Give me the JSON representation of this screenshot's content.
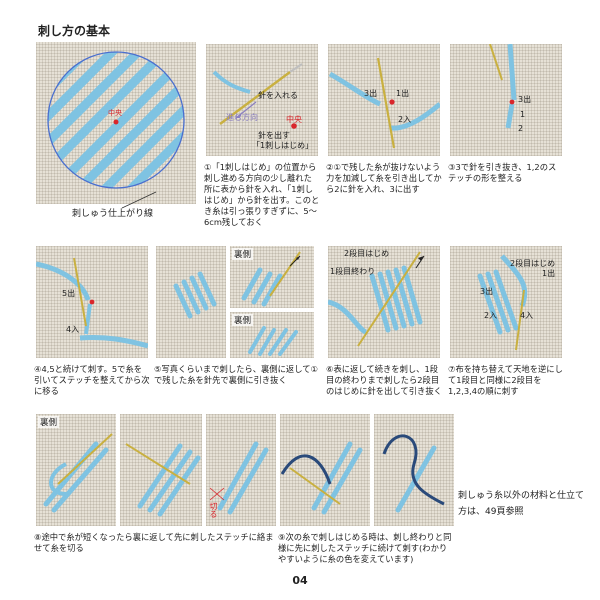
{
  "title": "刺し方の基本",
  "figure_main": {
    "label": "刺しゅう仕上がり線",
    "center_label": "中央"
  },
  "step1": {
    "caption": "①「1刺しはじめ」の位置から刺し進める方向の少し離れた所に表から針を入れ、「1刺しはじめ」から針を出す。このとき糸は引っ張りすぎずに、5〜6cm残しておく",
    "labels": {
      "needle_in": "針を入れる",
      "direction": "進む方向",
      "center": "中央",
      "needle_out": "針を出す",
      "start": "「1刺しはじめ」"
    }
  },
  "step2": {
    "caption": "②①で残した糸が抜けないよう力を加減して糸を引き出してから2に針を入れ、3に出す",
    "labels": {
      "out3": "3出",
      "out1": "1出",
      "in2": "2入"
    }
  },
  "step3": {
    "caption": "③3で針を引き抜き、1,2のステッチの形を整える",
    "labels": {
      "out3": "3出",
      "n1": "1",
      "n2": "2"
    }
  },
  "step4": {
    "caption": "④4,5と続けて刺す。5で糸を引いてステッチを整えてから次に移る",
    "labels": {
      "out5": "5出",
      "in4": "4入"
    }
  },
  "step5": {
    "caption": "⑤写真くらいまで刺したら、裏側に返して①で残した糸を針先で裏側に引き抜く",
    "labels": {
      "back_a": "裏側",
      "back_b": "裏側"
    }
  },
  "step6": {
    "caption": "⑥表に返して続きを刺し、1段目の終わりまで刺したら2段目のはじめに針を出して引き抜く",
    "labels": {
      "row2_start": "2段目はじめ",
      "row1_end": "1段目終わり"
    }
  },
  "step7": {
    "caption": "⑦布を持ち替えて天地を逆にして1段目と同様に2段目を1,2,3,4の順に刺す",
    "labels": {
      "row2_start": "2段目はじめ",
      "out1": "1出",
      "out3": "3出",
      "in2": "2入",
      "in4": "4入"
    }
  },
  "step8": {
    "caption": "⑧途中で糸が短くなったら裏に返して先に刺したステッチに絡ませて糸を切る",
    "labels": {
      "back": "裏側",
      "cut": "切る"
    }
  },
  "step9": {
    "caption": "⑨次の糸で刺しはじめる時は、刺し終わりと同様に先に刺したステッチに続けて刺す(わかりやすいように糸の色を変えています)"
  },
  "note": "刺しゅう糸以外の材料と仕立て方は、49頁参照",
  "page_number": "04",
  "colors": {
    "thread": "#7fc3e2",
    "thread_dark": "#4a90b8",
    "accent": "#d9262c",
    "fabric": "#e6e1d6",
    "arrow": "#8a7fc0",
    "thread_navy": "#2a4a7a"
  }
}
